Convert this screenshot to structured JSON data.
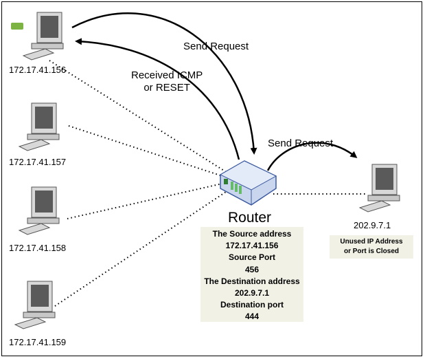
{
  "hosts": [
    {
      "ip": "172.17.41.156"
    },
    {
      "ip": "172.17.41.157"
    },
    {
      "ip": "172.17.41.158"
    },
    {
      "ip": "172.17.41.159"
    }
  ],
  "destination": {
    "ip": "202.9.7.1",
    "note_line1": "Unused IP Address",
    "note_line2": "or Port is Closed"
  },
  "arrows": {
    "send_request_top": "Send Request",
    "received_line1": "Received ICMP",
    "received_line2": "or RESET",
    "send_request_right": "Send Request"
  },
  "router": {
    "title": "Router",
    "info": [
      "The Source address",
      "172.17.41.156",
      "Source Port",
      "456",
      "The Destination address",
      "202.9.7.1",
      "Destination port",
      "444"
    ]
  },
  "colors": {
    "router_body": "#c9d6ee",
    "router_edge": "#3c5aa0",
    "screen": "#5a5a5a",
    "pc_body": "#d8d8d8",
    "plug": "#7cb342"
  }
}
